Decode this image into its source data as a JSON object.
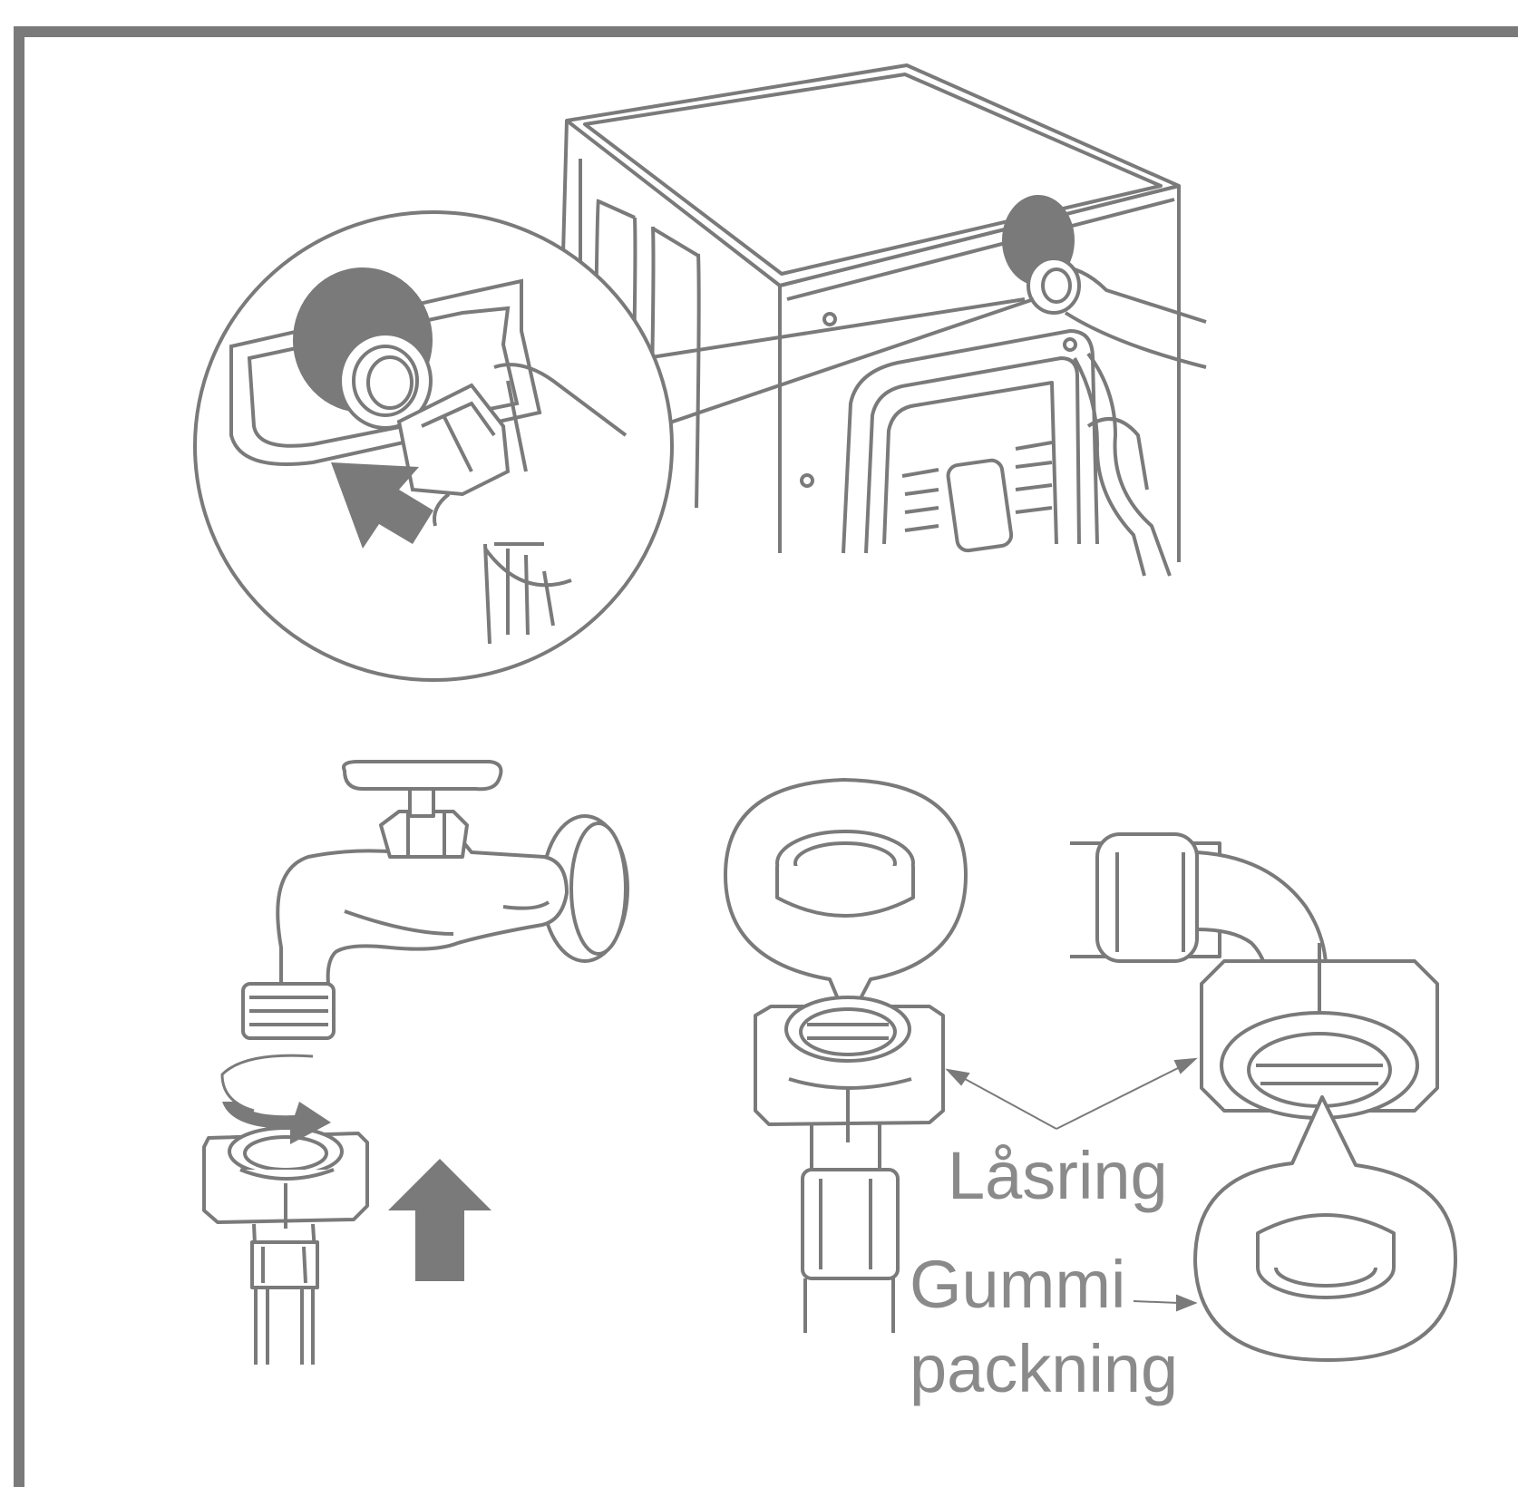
{
  "labels": {
    "locking_ring": "Låsring",
    "rubber_gasket_line1": "Gummi",
    "rubber_gasket_line2": "packning"
  },
  "colors": {
    "stroke": "#7a7a7a",
    "fill_dark": "#7a7a7a",
    "text": "#8a8a8a",
    "background": "#ffffff"
  },
  "icons": {
    "arrow_up": "arrow-up-icon",
    "arrow_diag": "arrow-up-left-icon",
    "rotate": "rotate-clockwise-icon"
  }
}
